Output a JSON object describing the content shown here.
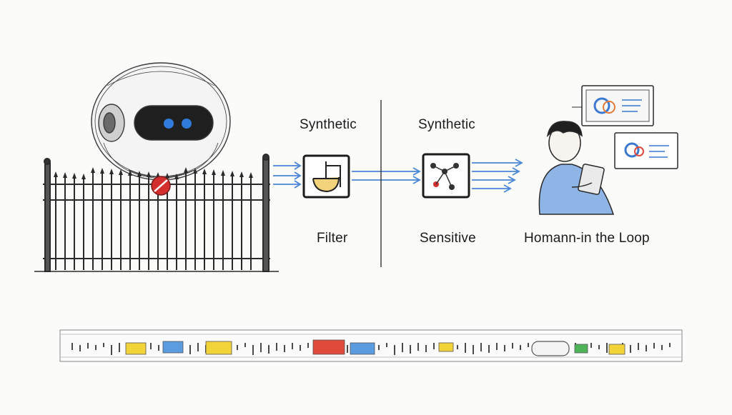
{
  "labels": {
    "synthetic_left": "Synthetic",
    "synthetic_right": "Synthetic",
    "filter": "Filter",
    "sensitive": "Sensitive",
    "human_in_the_loop": "Homann-in the Loop"
  },
  "icons": {
    "robot": "robot-head-icon",
    "blocked": "blocked-sign-icon",
    "fence": "iron-fence-icon",
    "filter_box": "filter-box-icon",
    "sensitive_box": "network-box-icon",
    "person": "person-with-tablet-icon",
    "screens": "dashboard-screens-icon",
    "pipeline": "data-strip-icon"
  },
  "colors": {
    "ink": "#1b1b1b",
    "pencil": "#3a3a3a",
    "arrow_blue": "#4a86d6",
    "visor_eye": "#2f7bd9",
    "stop_red": "#d32f2f",
    "shirt_blue": "#8fb4e6",
    "tile_yellow": "#f2d43a",
    "tile_blue": "#5b9be0",
    "tile_red": "#e04a3a",
    "tile_green": "#4fb35a"
  }
}
